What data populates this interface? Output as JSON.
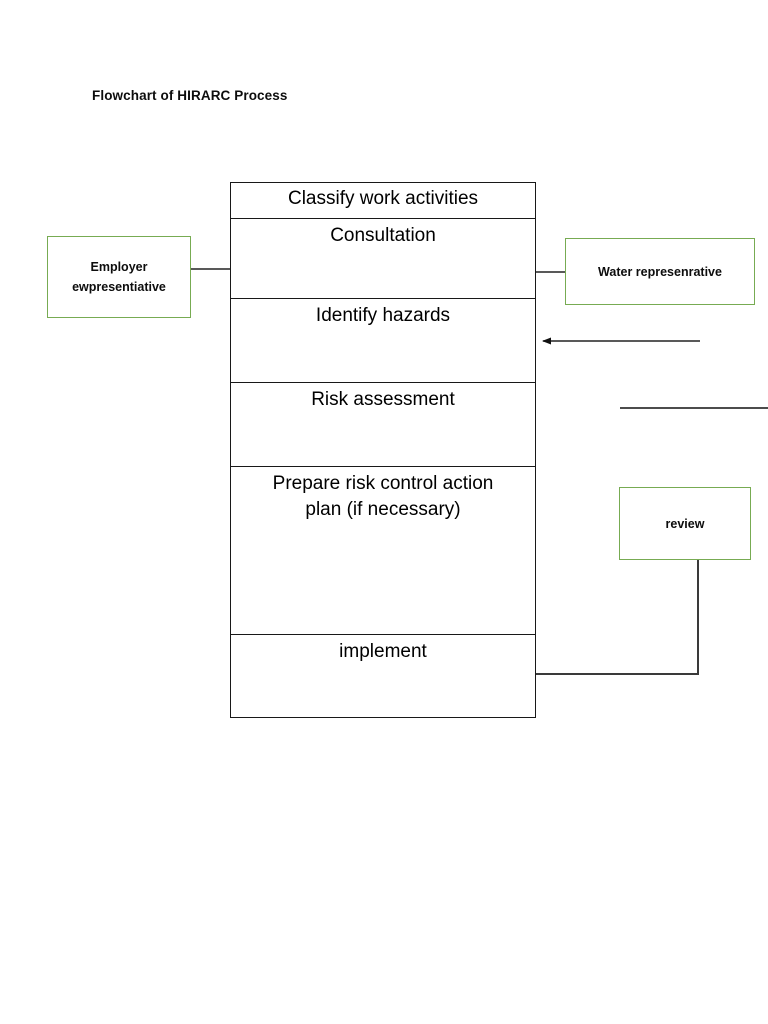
{
  "document": {
    "title": "Flowchart of HIRARC Process",
    "background_color": "#ffffff"
  },
  "colors": {
    "box_border_green": "#77ab52",
    "line_black": "#181818",
    "text_black": "#000000"
  },
  "flowchart": {
    "steps": [
      {
        "id": "classify",
        "label": "Classify work activities"
      },
      {
        "id": "consultation",
        "label": "Consultation"
      },
      {
        "id": "identify-hazards",
        "label": "Identify hazards"
      },
      {
        "id": "risk-assessment",
        "label": "Risk assessment"
      },
      {
        "id": "prepare-plan",
        "label": "Prepare risk control action\nplan (if necessary)"
      },
      {
        "id": "implement",
        "label": "implement"
      }
    ]
  },
  "side_boxes": [
    {
      "id": "employer",
      "label": "Employer\newpresentiative"
    },
    {
      "id": "worker",
      "label": "Water represenrative"
    },
    {
      "id": "review",
      "label": "review"
    }
  ],
  "connectors": [
    {
      "id": "employer-to-consultation",
      "from": "employer",
      "to": "consultation",
      "direction": "right",
      "arrowhead": true
    },
    {
      "id": "worker-to-consultation",
      "from": "worker",
      "to": "consultation",
      "direction": "left",
      "arrowhead": true
    },
    {
      "id": "into-identify-hazards",
      "from": "",
      "to": "identify-hazards",
      "direction": "left",
      "arrowhead": true
    },
    {
      "id": "stray-line",
      "from": "",
      "to": "",
      "direction": "horizontal",
      "arrowhead": false
    },
    {
      "id": "implement-to-review",
      "from": "implement",
      "to": "review",
      "direction": "up",
      "arrowhead": false
    }
  ]
}
